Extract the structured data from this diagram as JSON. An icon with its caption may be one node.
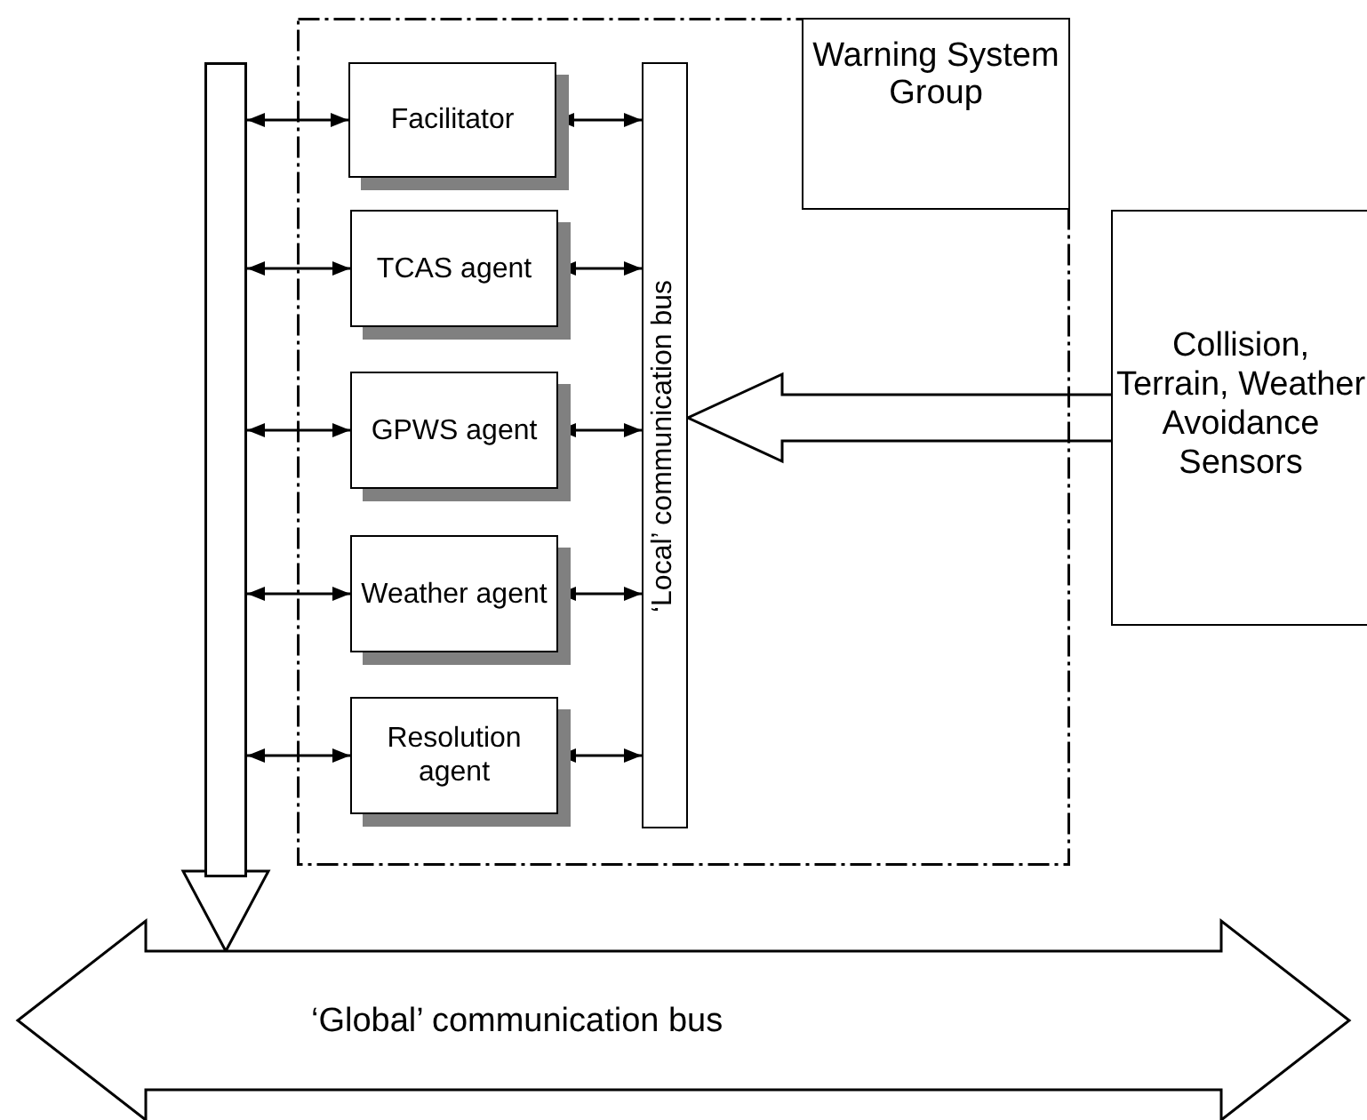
{
  "diagram": {
    "nodes": [
      {
        "text": [],
        "shape": "bar"
      },
      {
        "text": [
          "Warning System Group"
        ]
      },
      {
        "text": [
          "Facilitator"
        ],
        "in": 1
      },
      {
        "text": [
          "TCAS agent"
        ],
        "in": 1
      },
      {
        "text": [
          "GPWS agent"
        ],
        "in": 1
      },
      {
        "text": [
          "Weather agent"
        ],
        "in": 1
      },
      {
        "text": [
          "Resolution agent"
        ],
        "in": 1
      },
      {
        "text": [
          "‘Local’ communication bus"
        ],
        "in": 1
      },
      {
        "text": [
          "Collision, Terrain, Weather Avoidance Sensors"
        ]
      },
      {
        "text": [
          "‘Global’ communication bus"
        ]
      }
    ],
    "edges": [
      {
        "from": 0,
        "to": 2,
        "arrow": "both"
      },
      {
        "from": 2,
        "to": 7,
        "arrow": "both"
      },
      {
        "from": 0,
        "to": 3,
        "arrow": "both"
      },
      {
        "from": 3,
        "to": 7,
        "arrow": "both"
      },
      {
        "from": 0,
        "to": 4,
        "arrow": "both"
      },
      {
        "from": 4,
        "to": 7,
        "arrow": "both"
      },
      {
        "from": 0,
        "to": 5,
        "arrow": "both"
      },
      {
        "from": 5,
        "to": 7,
        "arrow": "both"
      },
      {
        "from": 0,
        "to": 6,
        "arrow": "both"
      },
      {
        "from": 6,
        "to": 7,
        "arrow": "both"
      },
      {
        "from": 8,
        "to": 7,
        "arrow": "to",
        "style": "thick"
      },
      {
        "from": 0,
        "to": 9,
        "arrow": "to",
        "style": "thick"
      }
    ]
  }
}
